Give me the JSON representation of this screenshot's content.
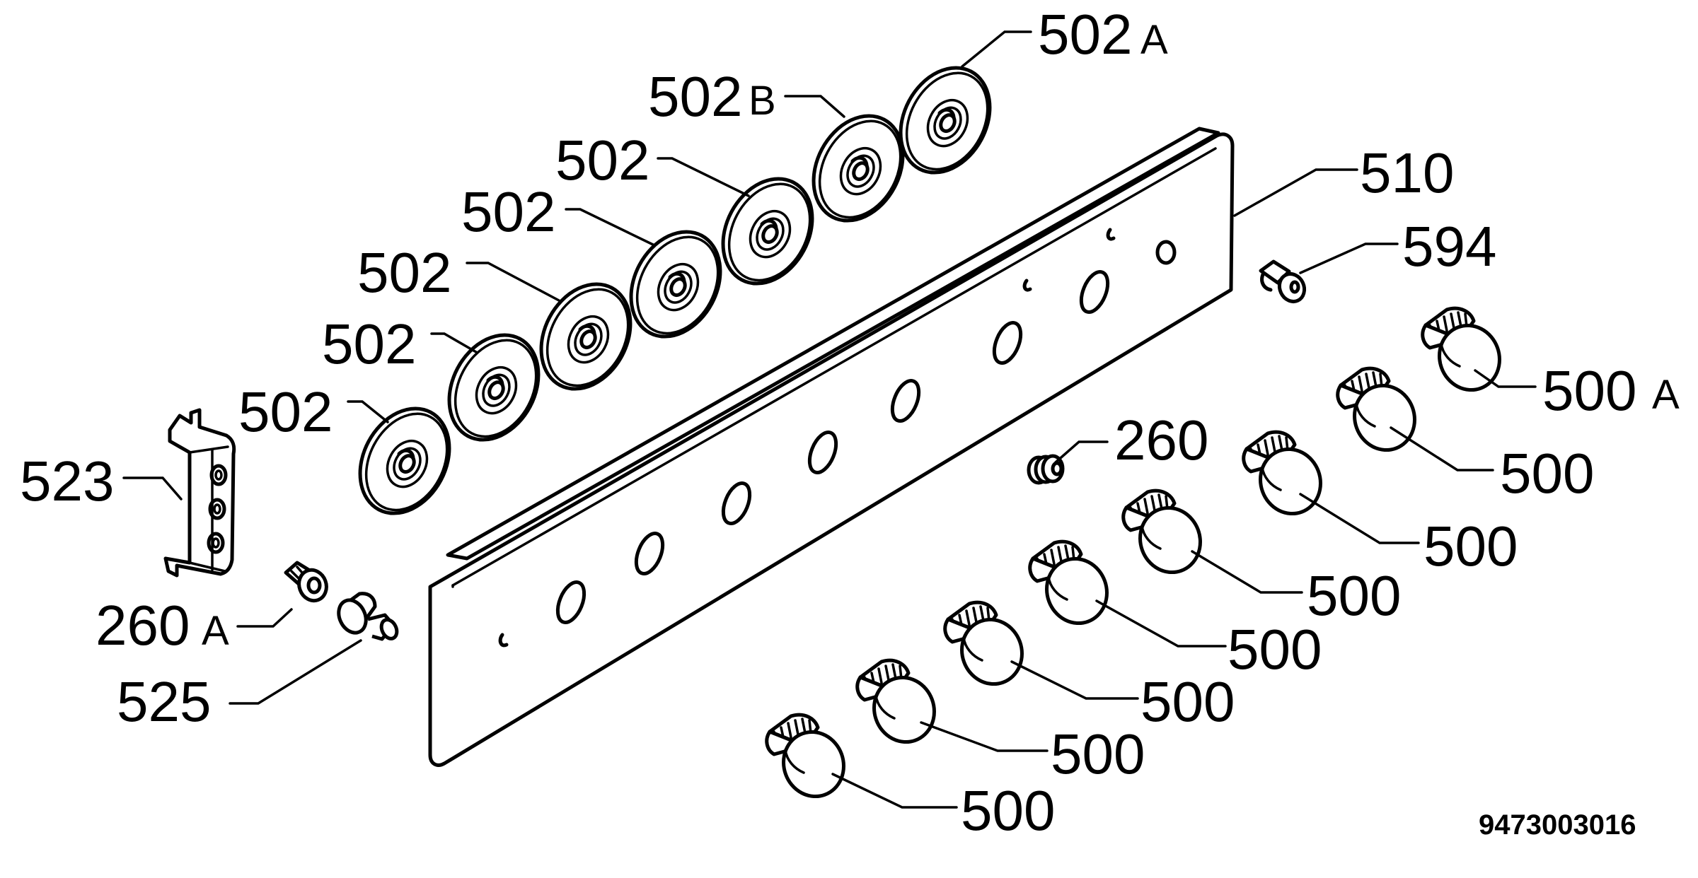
{
  "labels": {
    "p502a": {
      "num": "502",
      "suffix": "A"
    },
    "p502b": {
      "num": "502",
      "suffix": "B"
    },
    "p502_1": "502",
    "p502_2": "502",
    "p502_3": "502",
    "p502_4": "502",
    "p502_5": "502",
    "p510": "510",
    "p594": "594",
    "p500a": {
      "num": "500",
      "suffix": "A"
    },
    "p500_1": "500",
    "p500_2": "500",
    "p500_3": "500",
    "p500_4": "500",
    "p500_5": "500",
    "p500_6": "500",
    "p500_7": "500",
    "p260": "260",
    "p523": "523",
    "p260a": {
      "num": "260",
      "suffix": "A"
    },
    "p525": "525"
  },
  "document_number": "9473003016"
}
